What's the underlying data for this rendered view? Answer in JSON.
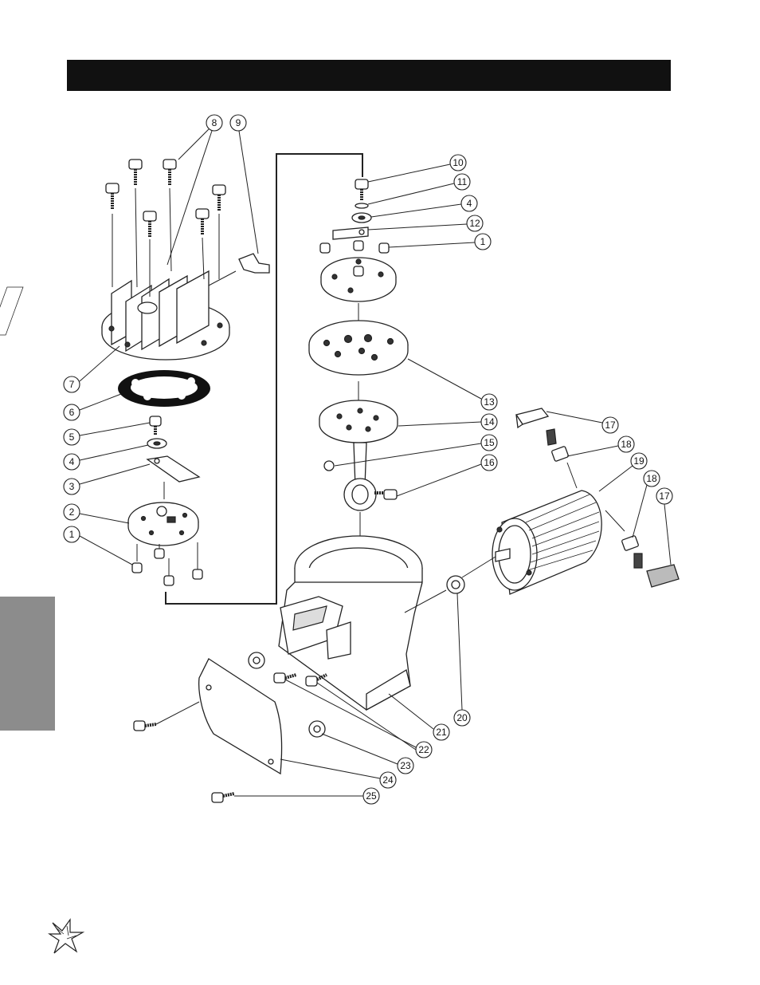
{
  "callouts": [
    "8",
    "9",
    "10",
    "11",
    "4",
    "12",
    "1",
    "7",
    "6",
    "5",
    "4",
    "3",
    "2",
    "1",
    "13",
    "14",
    "15",
    "16",
    "17",
    "18",
    "19",
    "18",
    "17",
    "20",
    "21",
    "22",
    "23",
    "24",
    "25"
  ]
}
